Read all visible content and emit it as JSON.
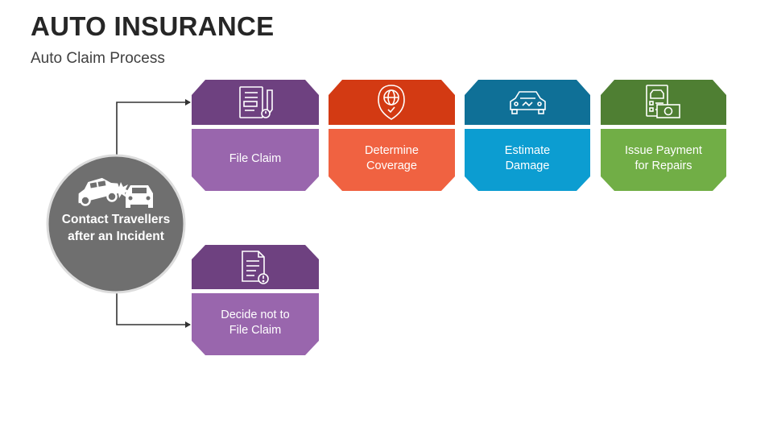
{
  "header": {
    "title": "AUTO INSURANCE",
    "subtitle": "Auto Claim Process"
  },
  "start": {
    "label": "Contact Travellers\nafter an Incident",
    "icon": "car-crash-icon",
    "color": "#6f6f6f"
  },
  "steps": [
    {
      "label": "File Claim",
      "icon": "claim-form-icon",
      "top_color": "#6e4180",
      "bottom_color": "#9966ad"
    },
    {
      "label": "Determine\nCoverage",
      "icon": "globe-shield-icon",
      "top_color": "#d33a13",
      "bottom_color": "#f06241"
    },
    {
      "label": "Estimate\nDamage",
      "icon": "damaged-car-icon",
      "top_color": "#0f7097",
      "bottom_color": "#0c9dd1"
    },
    {
      "label": "Issue Payment\nfor Repairs",
      "icon": "payment-check-icon",
      "top_color": "#4f7f33",
      "bottom_color": "#71ae46"
    }
  ],
  "alternative": {
    "label": "Decide not to\nFile Claim",
    "icon": "document-alert-icon",
    "top_color": "#6e4180",
    "bottom_color": "#9966ad"
  },
  "connector_color": "#333333"
}
